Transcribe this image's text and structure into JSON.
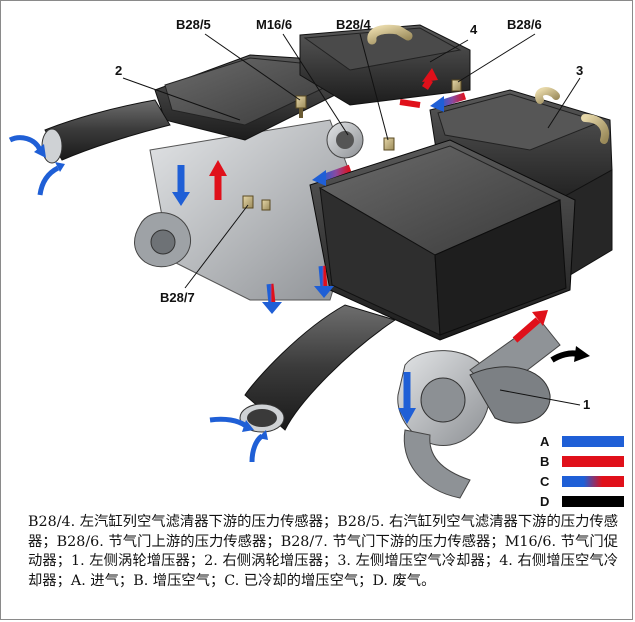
{
  "labels": {
    "b28_5": "B28/5",
    "m16_6": "M16/6",
    "b28_4": "B28/4",
    "n4": "4",
    "b28_6": "B28/6",
    "n2": "2",
    "n3": "3",
    "b28_7": "B28/7",
    "n1": "1"
  },
  "legend": [
    {
      "letter": "A",
      "label": "进气",
      "colors": [
        "#1f5fd6",
        "#1f5fd6"
      ]
    },
    {
      "letter": "B",
      "label": "增压空气",
      "colors": [
        "#e0101a",
        "#e0101a"
      ]
    },
    {
      "letter": "C",
      "label": "已冷却的增压空气",
      "colors": [
        "#1f5fd6",
        "#e0101a"
      ]
    },
    {
      "letter": "D",
      "label": "废气",
      "colors": [
        "#000000",
        "#000000"
      ]
    }
  ],
  "caption": "B28/4. 左汽缸列空气滤清器下游的压力传感器；B28/5. 右汽缸列空气滤清器下游的压力传感器；B28/6. 节气门上游的压力传感器；B28/7. 节气门下游的压力传感器；M16/6. 节气门促动器；1. 左侧涡轮增压器；2. 右侧涡轮增压器；3. 左侧增压空气冷却器；4. 右侧增压空气冷却器；A. 进气；B. 增压空气；C. 已冷却的增压空气；D. 废气。",
  "colors": {
    "intake_blue": "#1f5fd6",
    "boost_red": "#e0101a",
    "exhaust_black": "#000000",
    "housing_dark": "#2c2c2c",
    "metal_gray": "#b9bcbf"
  }
}
